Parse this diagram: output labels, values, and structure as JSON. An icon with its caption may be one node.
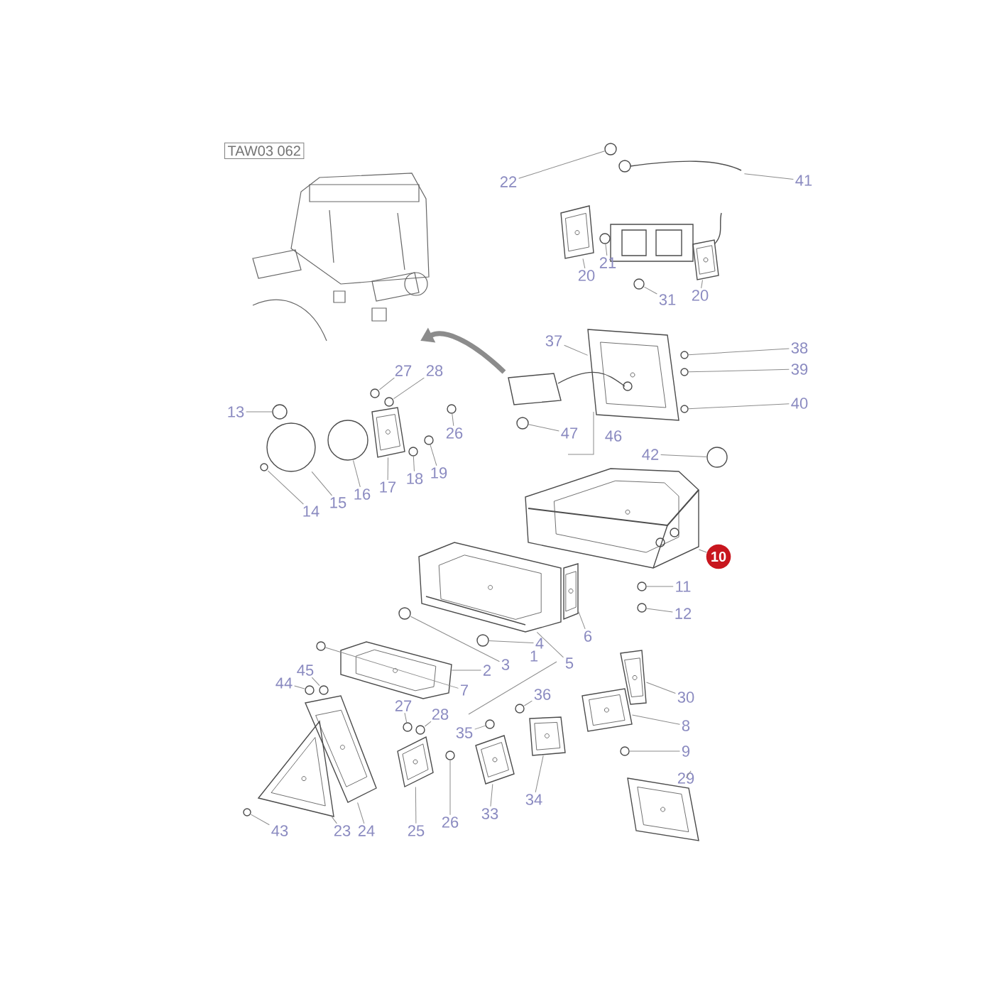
{
  "diagram": {
    "nodes": [
      {
        "text": [
          "22"
        ]
      },
      {
        "text": [
          "41"
        ]
      },
      {
        "text": [
          "21"
        ]
      },
      {
        "text": [
          "20"
        ]
      },
      {
        "text": [
          "31"
        ]
      },
      {
        "text": [
          "20"
        ]
      },
      {
        "text": [
          "37"
        ]
      },
      {
        "text": [
          "38"
        ]
      },
      {
        "text": [
          "39"
        ]
      },
      {
        "text": [
          "40"
        ]
      },
      {
        "text": [
          "13"
        ]
      },
      {
        "text": [
          "27"
        ]
      },
      {
        "text": [
          "28"
        ]
      },
      {
        "text": [
          "26"
        ]
      },
      {
        "text": [
          "14"
        ]
      },
      {
        "text": [
          "15"
        ]
      },
      {
        "text": [
          "16"
        ]
      },
      {
        "text": [
          "17"
        ]
      },
      {
        "text": [
          "18"
        ]
      },
      {
        "text": [
          "19"
        ]
      },
      {
        "text": [
          "47"
        ]
      },
      {
        "text": [
          "42"
        ]
      },
      {
        "text": [
          "10"
        ]
      },
      {
        "text": [
          "11"
        ]
      },
      {
        "text": [
          "12"
        ]
      },
      {
        "text": [
          "6"
        ]
      },
      {
        "text": [
          "5"
        ]
      },
      {
        "text": [
          "4"
        ]
      },
      {
        "text": [
          "3"
        ]
      },
      {
        "text": [
          "2"
        ]
      },
      {
        "text": [
          "7"
        ]
      },
      {
        "text": [
          "45"
        ]
      },
      {
        "text": [
          "44"
        ]
      },
      {
        "text": [
          "27"
        ]
      },
      {
        "text": [
          "28"
        ]
      },
      {
        "text": [
          "36"
        ]
      },
      {
        "text": [
          "35"
        ]
      },
      {
        "text": [
          "30"
        ]
      },
      {
        "text": [
          "8"
        ]
      },
      {
        "text": [
          "9"
        ]
      },
      {
        "text": [
          "29"
        ]
      },
      {
        "text": [
          "43"
        ]
      },
      {
        "text": [
          "23"
        ]
      },
      {
        "text": [
          "24"
        ]
      },
      {
        "text": [
          "25"
        ]
      },
      {
        "text": [
          "26"
        ]
      },
      {
        "text": [
          "33"
        ]
      },
      {
        "text": [
          "34"
        ]
      },
      {
        "text": [],
        "shape": "circle"
      },
      {
        "text": [],
        "shape": "picture"
      },
      {
        "text": [],
        "shape": "circle"
      },
      {
        "text": [],
        "shape": "picture"
      },
      {
        "text": [],
        "shape": "circle"
      },
      {
        "text": [],
        "shape": "picture"
      },
      {
        "text": [],
        "shape": "picture"
      },
      {
        "text": [],
        "shape": "circle"
      },
      {
        "text": [],
        "shape": "circle"
      },
      {
        "text": [],
        "shape": "circle"
      },
      {
        "text": [],
        "shape": "circle"
      },
      {
        "text": [],
        "shape": "circle"
      },
      {
        "text": [],
        "shape": "circle"
      },
      {
        "text": [],
        "shape": "circle"
      },
      {
        "text": [],
        "shape": "circle"
      },
      {
        "text": [],
        "shape": "circle"
      },
      {
        "text": [],
        "shape": "circle"
      },
      {
        "text": [],
        "shape": "picture"
      },
      {
        "text": [],
        "shape": "circle"
      },
      {
        "text": [],
        "shape": "circle"
      },
      {
        "text": [],
        "shape": "circle"
      },
      {
        "text": [],
        "shape": "circle"
      },
      {
        "text": [],
        "shape": "picture"
      },
      {
        "text": [],
        "shape": "circle"
      },
      {
        "text": [],
        "shape": "circle"
      },
      {
        "text": [],
        "shape": "picture"
      },
      {
        "text": [],
        "shape": "picture"
      },
      {
        "text": [],
        "shape": "circle"
      },
      {
        "text": [],
        "shape": "circle"
      },
      {
        "text": [],
        "shape": "picture"
      },
      {
        "text": [],
        "shape": "circle"
      },
      {
        "text": [],
        "shape": "circle"
      },
      {
        "text": [],
        "shape": "circle"
      },
      {
        "text": [],
        "shape": "circle"
      },
      {
        "text": [],
        "shape": "circle"
      },
      {
        "text": [],
        "shape": "circle"
      },
      {
        "text": [],
        "shape": "circle"
      },
      {
        "text": [],
        "shape": "picture"
      },
      {
        "text": [],
        "shape": "picture"
      },
      {
        "text": [],
        "shape": "circle"
      },
      {
        "text": [],
        "shape": "picture"
      },
      {
        "text": [],
        "shape": "circle"
      },
      {
        "text": [],
        "shape": "picture"
      },
      {
        "text": [],
        "shape": "picture"
      },
      {
        "text": [],
        "shape": "picture"
      },
      {
        "text": [],
        "shape": "circle"
      },
      {
        "text": [],
        "shape": "picture"
      },
      {
        "text": [],
        "shape": "picture"
      }
    ],
    "edges": [
      {
        "from": 0,
        "to": 48,
        "arrow": "none"
      },
      {
        "from": 1,
        "to": 49,
        "arrow": "none"
      },
      {
        "from": 2,
        "to": 50,
        "arrow": "none"
      },
      {
        "from": 3,
        "to": 51,
        "arrow": "none"
      },
      {
        "from": 4,
        "to": 52,
        "arrow": "none"
      },
      {
        "from": 5,
        "to": 53,
        "arrow": "none"
      },
      {
        "from": 6,
        "to": 54,
        "arrow": "none"
      },
      {
        "from": 7,
        "to": 55,
        "arrow": "none"
      },
      {
        "from": 8,
        "to": 56,
        "arrow": "none"
      },
      {
        "from": 9,
        "to": 57,
        "arrow": "none"
      },
      {
        "from": 10,
        "to": 58,
        "arrow": "none"
      },
      {
        "from": 11,
        "to": 59,
        "arrow": "none"
      },
      {
        "from": 12,
        "to": 60,
        "arrow": "none"
      },
      {
        "from": 13,
        "to": 61,
        "arrow": "none"
      },
      {
        "from": 14,
        "to": 62,
        "arrow": "none"
      },
      {
        "from": 15,
        "to": 63,
        "arrow": "none"
      },
      {
        "from": 16,
        "to": 64,
        "arrow": "none"
      },
      {
        "from": 17,
        "to": 65,
        "arrow": "none"
      },
      {
        "from": 18,
        "to": 66,
        "arrow": "none"
      },
      {
        "from": 19,
        "to": 67,
        "arrow": "none"
      },
      {
        "from": 20,
        "to": 68,
        "arrow": "none"
      },
      {
        "from": 21,
        "to": 69,
        "arrow": "none"
      },
      {
        "from": 22,
        "to": 70,
        "arrow": "none"
      },
      {
        "from": 23,
        "to": 71,
        "arrow": "none"
      },
      {
        "from": 24,
        "to": 72,
        "arrow": "none"
      },
      {
        "from": 25,
        "to": 73,
        "arrow": "none"
      },
      {
        "from": 26,
        "to": 74,
        "arrow": "none"
      },
      {
        "from": 27,
        "to": 75,
        "arrow": "none"
      },
      {
        "from": 28,
        "to": 76,
        "arrow": "none"
      },
      {
        "from": 29,
        "to": 77,
        "arrow": "none"
      },
      {
        "from": 30,
        "to": 78,
        "arrow": "none"
      },
      {
        "from": 31,
        "to": 79,
        "arrow": "none"
      },
      {
        "from": 32,
        "to": 80,
        "arrow": "none"
      },
      {
        "from": 33,
        "to": 81,
        "arrow": "none"
      },
      {
        "from": 34,
        "to": 82,
        "arrow": "none"
      },
      {
        "from": 35,
        "to": 83,
        "arrow": "none"
      },
      {
        "from": 36,
        "to": 84,
        "arrow": "none"
      },
      {
        "from": 37,
        "to": 85,
        "arrow": "none"
      },
      {
        "from": 38,
        "to": 86,
        "arrow": "none"
      },
      {
        "from": 39,
        "to": 87,
        "arrow": "none"
      },
      {
        "from": 40,
        "to": 88,
        "arrow": "none"
      },
      {
        "from": 41,
        "to": 89,
        "arrow": "none"
      },
      {
        "from": 42,
        "to": 90,
        "arrow": "none"
      },
      {
        "from": 43,
        "to": 91,
        "arrow": "none"
      },
      {
        "from": 44,
        "to": 92,
        "arrow": "none"
      },
      {
        "from": 45,
        "to": 93,
        "arrow": "none"
      },
      {
        "from": 46,
        "to": 94,
        "arrow": "none"
      },
      {
        "from": 47,
        "to": 95,
        "arrow": "none"
      }
    ],
    "labels": [
      "TAW03 062",
      "46",
      "1"
    ]
  }
}
